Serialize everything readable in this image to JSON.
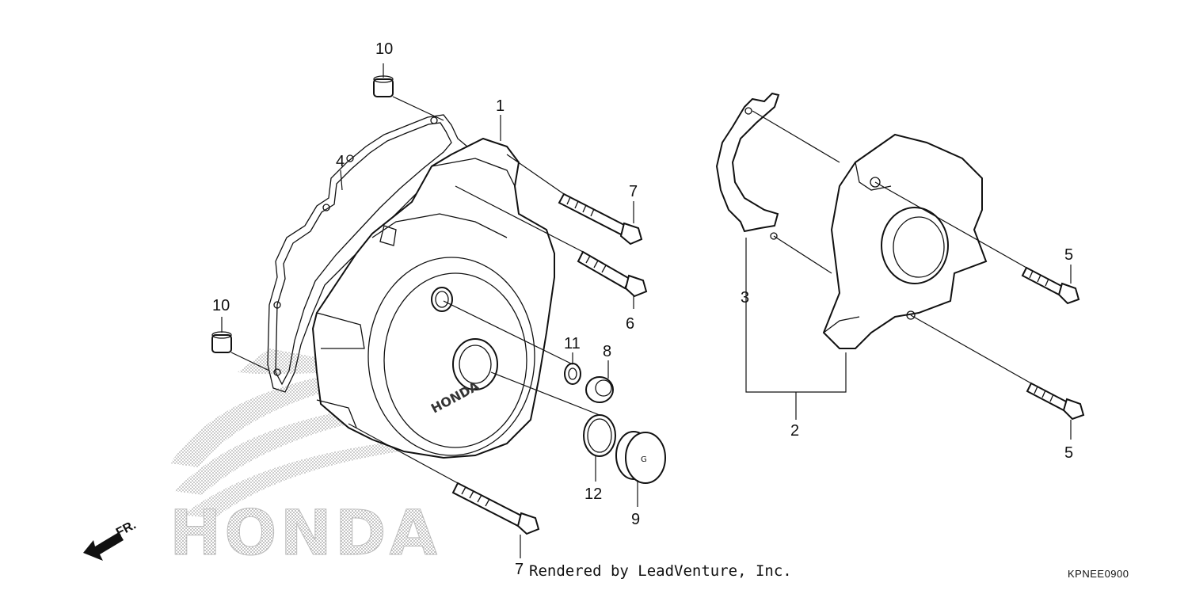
{
  "diagram": {
    "callouts": [
      "10",
      "1",
      "4",
      "7",
      "6",
      "10",
      "11",
      "8",
      "12",
      "9",
      "7",
      "3",
      "2",
      "5",
      "5"
    ],
    "direction_label": "FR.",
    "logo_text": "HONDA",
    "cover_mark": "HONDA",
    "credit": "Rendered by LeadVenture, Inc.",
    "diagram_code": "KPNEE0900"
  }
}
